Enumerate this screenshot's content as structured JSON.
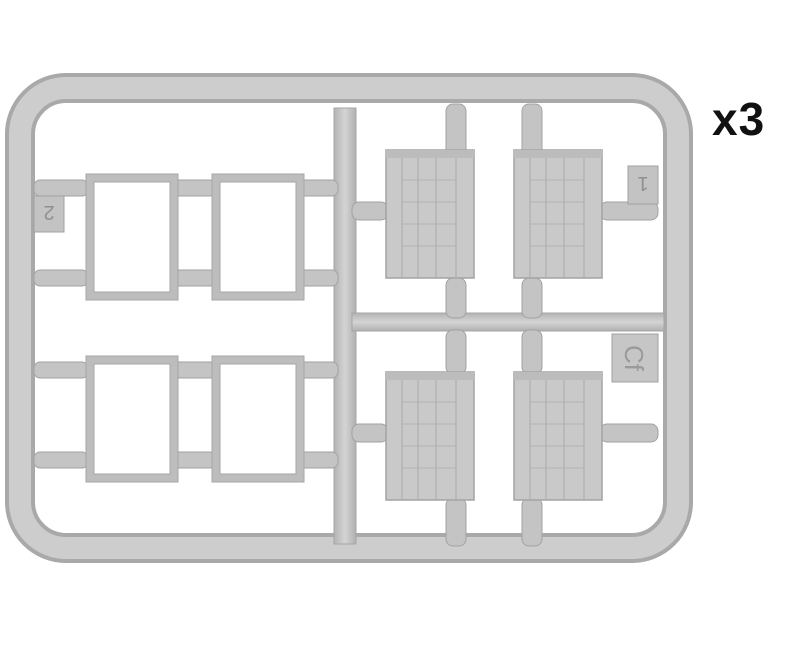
{
  "quantity_label": "x3",
  "sprue_labels": {
    "left_tag": "2",
    "right_tag": "1",
    "frame_letter": "Cf"
  },
  "parts": {
    "left_frames": [
      {
        "name": "frame-top-left"
      },
      {
        "name": "frame-top-right"
      },
      {
        "name": "frame-bottom-left"
      },
      {
        "name": "frame-bottom-right"
      }
    ],
    "right_panels": [
      {
        "name": "panel-top-left"
      },
      {
        "name": "panel-top-right"
      },
      {
        "name": "panel-bottom-left"
      },
      {
        "name": "panel-bottom-right"
      }
    ]
  },
  "colors": {
    "plastic": "#c6c6c6",
    "plastic_dark": "#a9a9a9",
    "plastic_light": "#dedede",
    "text": "#111111"
  }
}
